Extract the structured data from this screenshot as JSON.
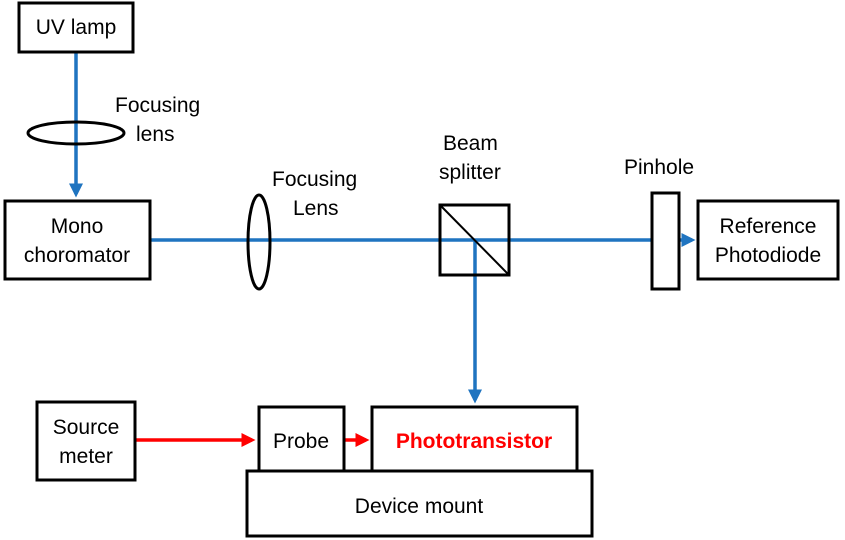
{
  "colors": {
    "beam": "#1f74c0",
    "signal": "#ff0000",
    "outline": "#000000",
    "highlight_text": "#ff0000"
  },
  "components": {
    "uv_lamp": {
      "label": "UV lamp"
    },
    "focusing_lens_1": {
      "line1": "Focusing",
      "line2": "lens"
    },
    "monochromator": {
      "line1": "Mono",
      "line2": "choromator"
    },
    "focusing_lens_2": {
      "line1": "Focusing",
      "line2": "Lens"
    },
    "beam_splitter": {
      "line1": "Beam",
      "line2": "splitter"
    },
    "pinhole": {
      "label": "Pinhole"
    },
    "reference_photodiode": {
      "line1": "Reference",
      "line2": "Photodiode"
    },
    "source_meter": {
      "line1": "Source",
      "line2": "meter"
    },
    "probe": {
      "label": "Probe"
    },
    "phototransistor": {
      "label": "Phototransistor"
    },
    "device_mount": {
      "label": "Device mount"
    }
  }
}
